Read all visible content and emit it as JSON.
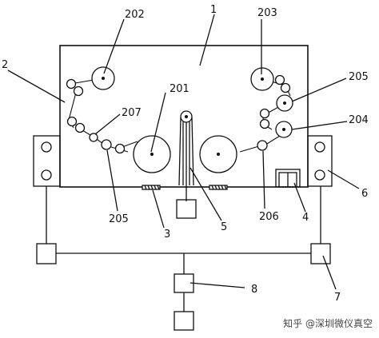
{
  "labels": {
    "l1": "1",
    "l2": "2",
    "l3": "3",
    "l4": "4",
    "l5": "5",
    "l6": "6",
    "l7": "7",
    "l8": "8",
    "l201": "201",
    "l202": "202",
    "l203": "203",
    "l204": "204",
    "l205a": "205",
    "l205b": "205",
    "l206": "206",
    "l207": "207"
  },
  "watermark": "知乎 @深圳微仪真空"
}
